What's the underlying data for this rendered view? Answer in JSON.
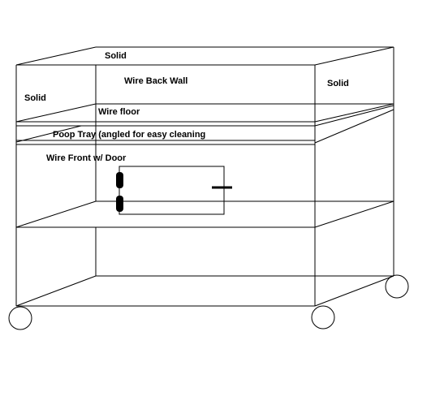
{
  "diagram": {
    "labels": {
      "top": "Solid",
      "left_side": "Solid",
      "right_side": "Solid",
      "back_wall": "Wire Back Wall",
      "floor": "Wire floor",
      "tray": "Poop Tray (angled for easy cleaning",
      "front": "Wire Front w/ Door"
    },
    "colors": {
      "ink": "#000000",
      "background": "#ffffff"
    }
  }
}
